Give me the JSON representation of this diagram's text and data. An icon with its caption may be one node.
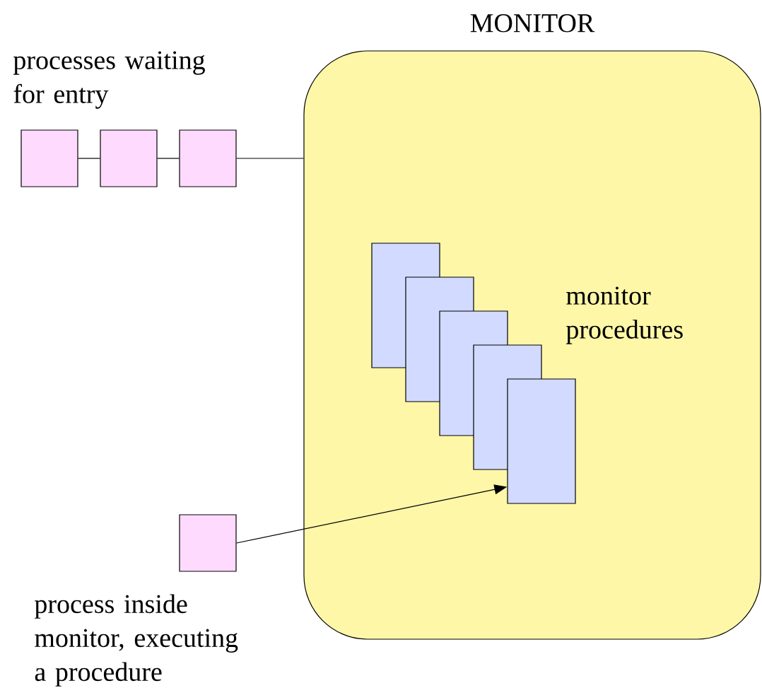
{
  "diagram": {
    "nodes": [
      {
        "text": [
          "MONITOR"
        ]
      },
      {
        "text": [],
        "shape": "box"
      },
      {
        "text": [],
        "shape": "box"
      },
      {
        "text": [],
        "shape": "box"
      },
      {
        "text": [],
        "shape": "box",
        "in": 0
      },
      {
        "text": [],
        "shape": "box",
        "in": 0
      },
      {
        "text": [],
        "shape": "box",
        "in": 0
      },
      {
        "text": [],
        "shape": "box",
        "in": 0
      },
      {
        "text": [],
        "shape": "box",
        "in": 0
      },
      {
        "text": [],
        "shape": "box"
      }
    ],
    "edges": [
      {
        "from": 1,
        "to": 2,
        "arrow": "none"
      },
      {
        "from": 2,
        "to": 3,
        "arrow": "none"
      },
      {
        "from": 3,
        "to": 0,
        "arrow": "none"
      },
      {
        "from": 9,
        "to": 8,
        "arrow": "to"
      }
    ],
    "labels": [
      "processes waiting for entry",
      "monitor procedures",
      "process inside monitor, executing a procedure"
    ]
  }
}
